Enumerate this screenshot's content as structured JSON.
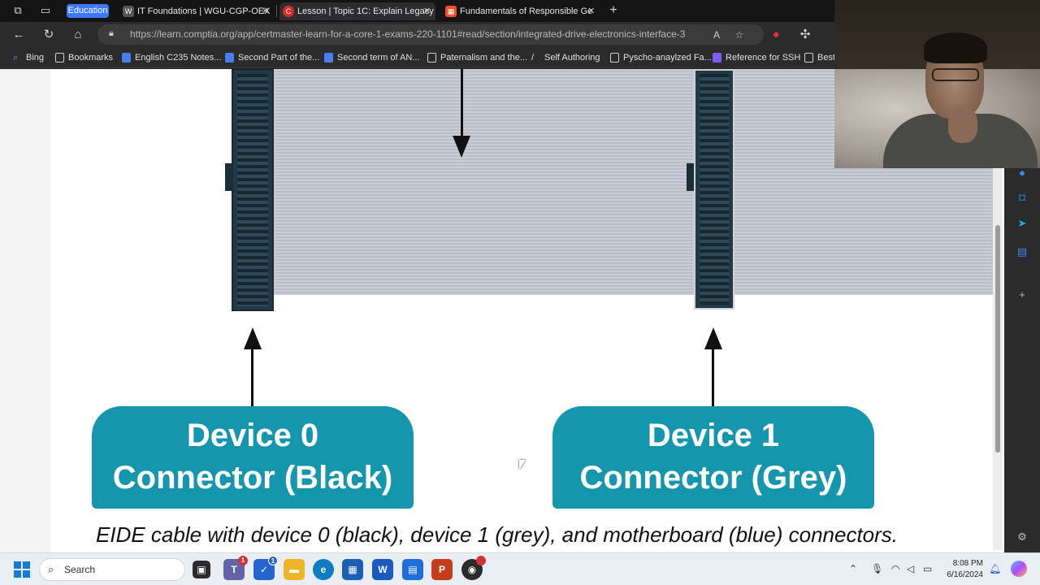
{
  "browser": {
    "tab_group": "Education",
    "tabs": [
      {
        "title": "IT Foundations | WGU-CGP-OEX",
        "favicon": "W",
        "favicon_color": "#555555",
        "active": false
      },
      {
        "title": "Lesson | Topic 1C: Explain Legacy",
        "favicon": "C",
        "favicon_color": "#d62b2b",
        "active": true
      },
      {
        "title": "Fundamentals of Responsible Ge",
        "favicon": "▦",
        "favicon_color": "#f25022",
        "active": false
      }
    ],
    "url": "https://learn.comptia.org/app/certmaster-learn-for-a-core-1-exams-220-1101#read/section/integrated-drive-electronics-interface-3",
    "bookmarks": [
      "Bing",
      "Bookmarks",
      "English C235 Notes...",
      "Second Part of the...",
      "Second term of AN...",
      "Paternalism and the...",
      "Self Authoring",
      "Pyscho-anaylzed Fa...",
      "Reference for SSH",
      "Best"
    ]
  },
  "figure": {
    "label_device0_line1": "Device 0",
    "label_device0_line2": "Connector (Black)",
    "label_device1_line1": "Device 1",
    "label_device1_line2": "Connector (Grey)",
    "caption": "EIDE cable with device 0 (black), device 1 (grey), and motherboard (blue) connectors."
  },
  "taskbar": {
    "search_label": "Search",
    "time": "8:08 PM",
    "date": "6/16/2024",
    "badges": {
      "teams": "1",
      "todo": "1"
    }
  },
  "colors": {
    "label_teal": "#1596ac",
    "connector_dark": "#233a46",
    "ribbon": "#c9cdd6"
  }
}
